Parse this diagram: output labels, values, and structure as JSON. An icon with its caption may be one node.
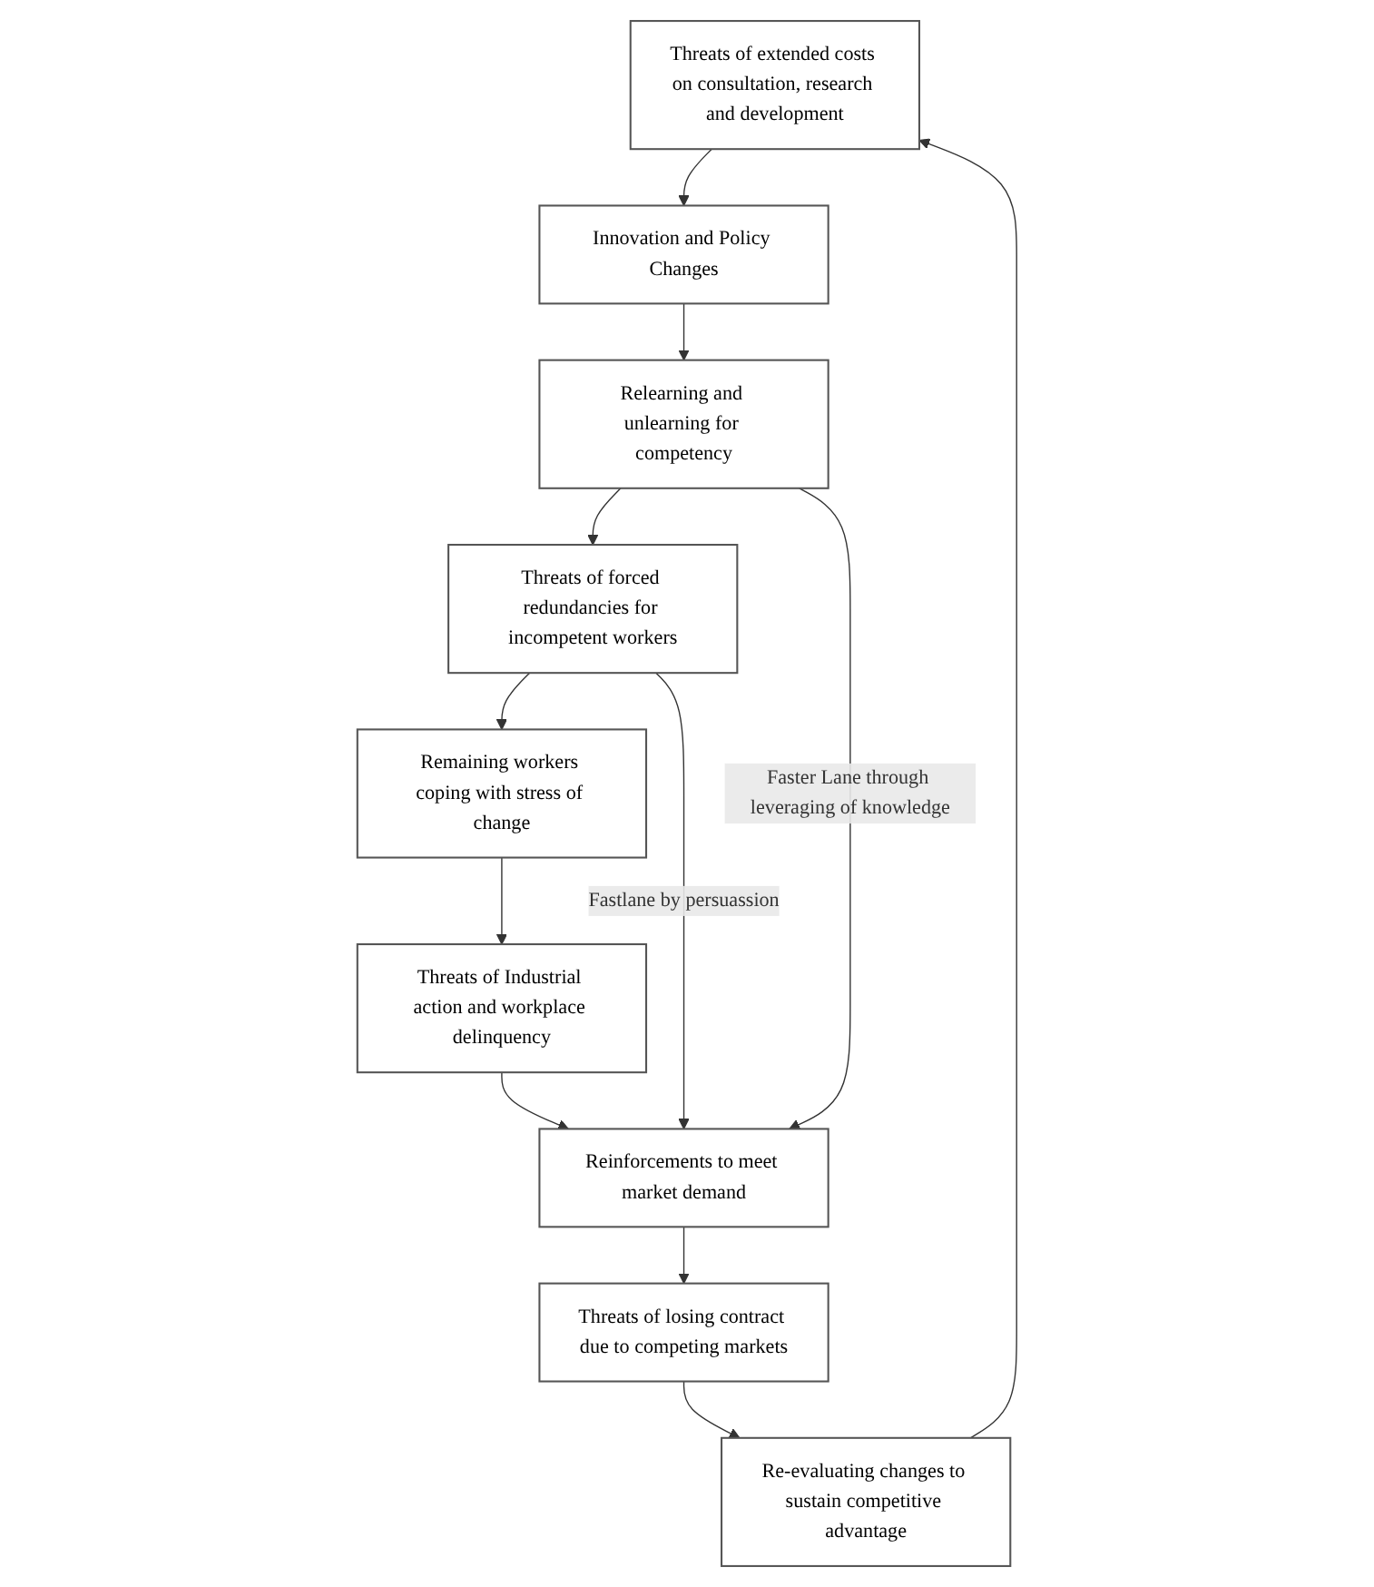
{
  "diagram": {
    "nodes": [
      {
        "text": [
          "Threats of extended costs on consultation, research and development"
        ]
      },
      {
        "text": [
          "Innovation and Policy Changes"
        ]
      },
      {
        "text": [
          "Relearning and unlearning for competency"
        ]
      },
      {
        "text": [
          "Threats of forced redundancies for incompetent workers"
        ]
      },
      {
        "text": [
          "Remaining workers coping with stress of change"
        ]
      },
      {
        "text": [
          "Threats of Industrial action and workplace delinquency"
        ]
      },
      {
        "text": [
          "Reinforcements to meet market demand"
        ]
      },
      {
        "text": [
          "Threats of losing contract due to competing markets"
        ]
      },
      {
        "text": [
          "Re-evaluating changes to sustain competitive advantage"
        ]
      }
    ],
    "edges": [
      {
        "from": 0,
        "to": 1,
        "arrow": "to"
      },
      {
        "from": 1,
        "to": 2,
        "arrow": "to"
      },
      {
        "from": 2,
        "to": 3,
        "arrow": "to"
      },
      {
        "from": 3,
        "to": 4,
        "arrow": "to"
      },
      {
        "from": 4,
        "to": 5,
        "arrow": "to"
      },
      {
        "from": 5,
        "to": 6,
        "arrow": "to"
      },
      {
        "from": 6,
        "to": 7,
        "arrow": "to"
      },
      {
        "from": 7,
        "to": 8,
        "arrow": "to"
      },
      {
        "from": 8,
        "to": 0,
        "arrow": "to"
      },
      {
        "from": 2,
        "to": 6,
        "arrow": "to",
        "label": "Faster Lane through leveraging of knowledge"
      },
      {
        "from": 3,
        "to": 6,
        "arrow": "to",
        "label": "Fastlane by persuassion"
      }
    ]
  }
}
